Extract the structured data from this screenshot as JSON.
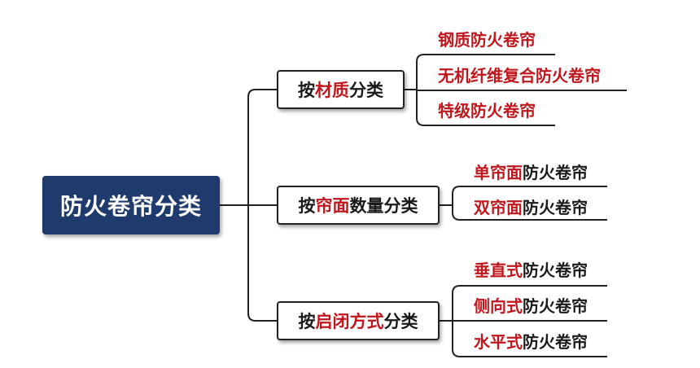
{
  "root": {
    "label": "防火卷帘分类"
  },
  "categories": [
    {
      "prefix": "按",
      "highlight": "材质",
      "suffix": "分类",
      "items": [
        {
          "highlight": "钢质防火卷帘",
          "rest": ""
        },
        {
          "highlight": "无机纤维复合防火卷帘",
          "rest": ""
        },
        {
          "highlight": "特级防火卷帘",
          "rest": ""
        }
      ]
    },
    {
      "prefix": "按",
      "highlight": "帘面",
      "suffix": "数量分类",
      "items": [
        {
          "highlight": "单帘面",
          "rest": "防火卷帘"
        },
        {
          "highlight": "双帘面",
          "rest": "防火卷帘"
        }
      ]
    },
    {
      "prefix": "按",
      "highlight": "启闭方式",
      "suffix": "分类",
      "items": [
        {
          "highlight": "垂直式",
          "rest": "防火卷帘"
        },
        {
          "highlight": "侧向式",
          "rest": "防火卷帘"
        },
        {
          "highlight": "水平式",
          "rest": "防火卷帘"
        }
      ]
    }
  ],
  "colors": {
    "root_bg": "#1f3b6e",
    "highlight": "#c0161c",
    "line": "#222222"
  }
}
